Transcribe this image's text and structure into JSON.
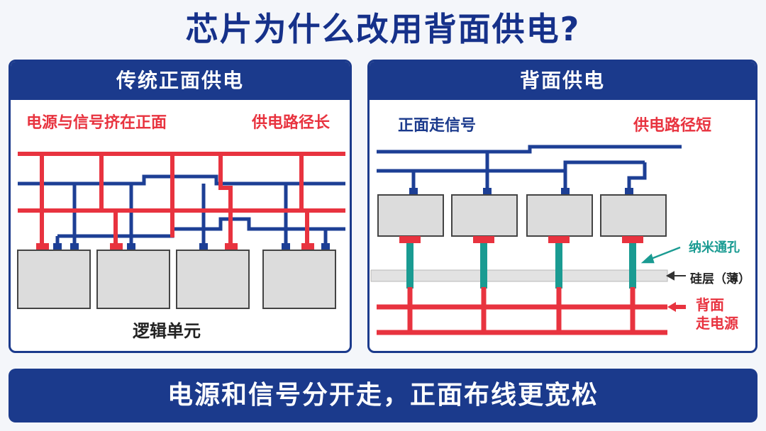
{
  "title": "芯片为什么改用背面供电?",
  "left_panel": {
    "header": "传统正面供电",
    "label_crowded": "电源与信号挤在正面",
    "label_long_path": "供电路径长",
    "label_logic_unit": "逻辑单元"
  },
  "right_panel": {
    "header": "背面供电",
    "label_front_signal": "正面走信号",
    "label_short_path": "供电路径短",
    "label_nano_via": "纳米通孔",
    "label_silicon_layer": "硅层（薄）",
    "label_backside_power_line1": "背面",
    "label_backside_power_line2": "走电源"
  },
  "banner": "电源和信号分开走，正面布线更宽松",
  "colors": {
    "navy": "#1b3a8c",
    "power_red": "#e8333f",
    "signal_blue": "#1d3f95",
    "via_teal": "#1a9b92",
    "block_gray": "#dcdcdc"
  }
}
